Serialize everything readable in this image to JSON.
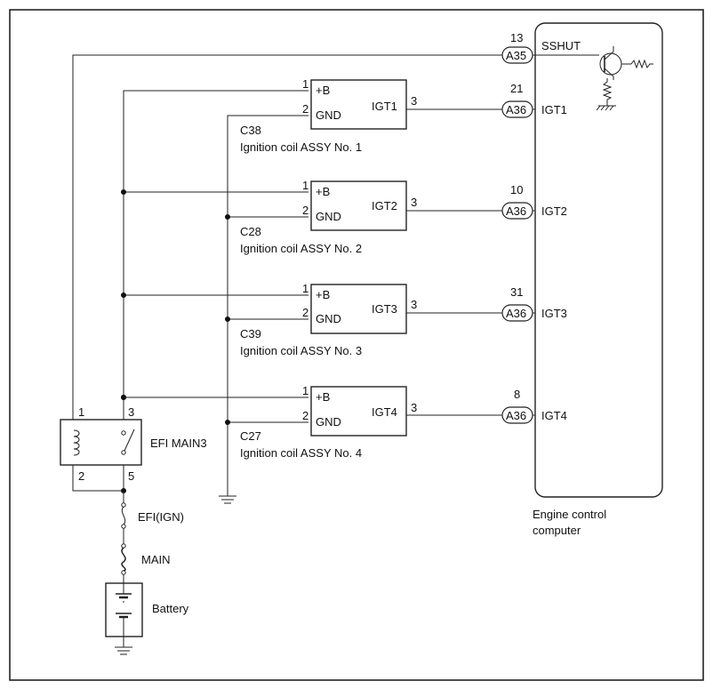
{
  "ecu": {
    "label_line1": "Engine control",
    "label_line2": "computer",
    "sshut_pin": "13",
    "sshut_connector": "A35",
    "sshut_label": "SSHUT"
  },
  "coils": [
    {
      "connector": "C38",
      "name": "Ignition coil ASSY No. 1",
      "pin_b": "1",
      "pin_b_label": "+B",
      "pin_gnd": "2",
      "pin_gnd_label": "GND",
      "pin_igt": "3",
      "igt_label": "IGT1",
      "ecu_pin": "21",
      "ecu_connector": "A36",
      "ecu_terminal": "IGT1"
    },
    {
      "connector": "C28",
      "name": "Ignition coil ASSY No. 2",
      "pin_b": "1",
      "pin_b_label": "+B",
      "pin_gnd": "2",
      "pin_gnd_label": "GND",
      "pin_igt": "3",
      "igt_label": "IGT2",
      "ecu_pin": "10",
      "ecu_connector": "A36",
      "ecu_terminal": "IGT2"
    },
    {
      "connector": "C39",
      "name": "Ignition coil ASSY No. 3",
      "pin_b": "1",
      "pin_b_label": "+B",
      "pin_gnd": "2",
      "pin_gnd_label": "GND",
      "pin_igt": "3",
      "igt_label": "IGT3",
      "ecu_pin": "31",
      "ecu_connector": "A36",
      "ecu_terminal": "IGT3"
    },
    {
      "connector": "C27",
      "name": "Ignition coil ASSY No. 4",
      "pin_b": "1",
      "pin_b_label": "+B",
      "pin_gnd": "2",
      "pin_gnd_label": "GND",
      "pin_igt": "3",
      "igt_label": "IGT4",
      "ecu_pin": "8",
      "ecu_connector": "A36",
      "ecu_terminal": "IGT4"
    }
  ],
  "relay": {
    "name": "EFI MAIN3",
    "pin1": "1",
    "pin2": "2",
    "pin3": "3",
    "pin5": "5"
  },
  "fuse": {
    "name": "EFI(IGN)"
  },
  "fusible_link": {
    "name": "MAIN"
  },
  "battery": {
    "name": "Battery"
  }
}
